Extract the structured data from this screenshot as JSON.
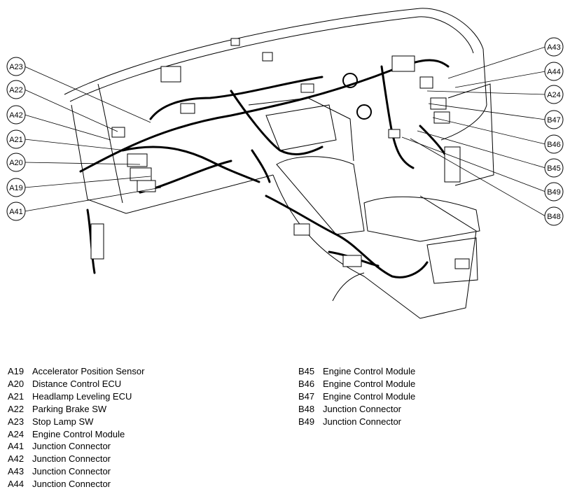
{
  "callouts": {
    "left": [
      "A23",
      "A22",
      "A42",
      "A21",
      "A20",
      "A19",
      "A41"
    ],
    "right": [
      "A43",
      "A44",
      "A24",
      "B47",
      "B46",
      "B45",
      "B49",
      "B48"
    ]
  },
  "legend": {
    "left": [
      {
        "code": "A19",
        "name": "Accelerator Position Sensor"
      },
      {
        "code": "A20",
        "name": "Distance Control ECU"
      },
      {
        "code": "A21",
        "name": "Headlamp Leveling ECU"
      },
      {
        "code": "A22",
        "name": "Parking Brake SW"
      },
      {
        "code": "A23",
        "name": "Stop Lamp SW"
      },
      {
        "code": "A24",
        "name": "Engine Control Module"
      },
      {
        "code": "A41",
        "name": "Junction Connector"
      },
      {
        "code": "A42",
        "name": "Junction Connector"
      },
      {
        "code": "A43",
        "name": "Junction Connector"
      },
      {
        "code": "A44",
        "name": "Junction Connector"
      }
    ],
    "right": [
      {
        "code": "B45",
        "name": "Engine Control Module"
      },
      {
        "code": "B46",
        "name": "Engine Control Module"
      },
      {
        "code": "B47",
        "name": "Engine Control Module"
      },
      {
        "code": "B48",
        "name": "Junction Connector"
      },
      {
        "code": "B49",
        "name": "Junction Connector"
      }
    ]
  }
}
